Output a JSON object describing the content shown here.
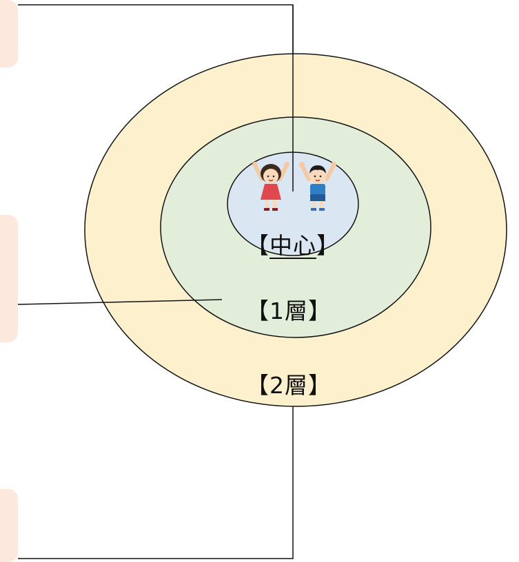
{
  "labels": {
    "center": "中心",
    "layer1": "【1層】",
    "layer2": "【2層】"
  },
  "colors": {
    "side_box": "#fce8dc",
    "outer_ring": "#fdf0cc",
    "middle_ring": "#e2eed9",
    "inner_circle": "#dbe6f3",
    "stroke": "#111111"
  },
  "icons": [
    "girl-cheering-icon",
    "boy-cheering-icon"
  ]
}
